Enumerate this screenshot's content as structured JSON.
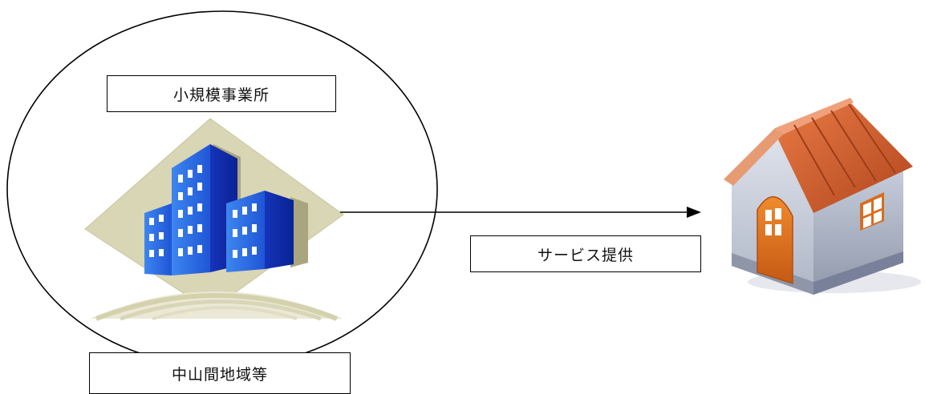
{
  "labels": {
    "office": "小規模事業所",
    "service": "サービス提供",
    "region": "中山間地域等"
  },
  "icons": {
    "office": "office-buildings-icon",
    "home": "house-icon"
  },
  "colors": {
    "outline": "#000000",
    "diamond": "#d8d6b4",
    "building_light": "#2f6fe0",
    "building_dark": "#0b2a9e",
    "roof": "#c9572a",
    "door": "#d86d1f",
    "house_wall": "#bcc4d2"
  }
}
